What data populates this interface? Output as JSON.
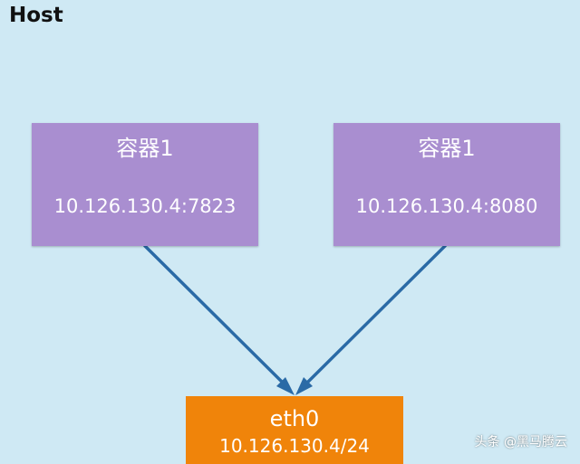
{
  "host": {
    "title": "Host"
  },
  "containers": [
    {
      "name": "容器1",
      "address": "10.126.130.4:7823"
    },
    {
      "name": "容器1",
      "address": "10.126.130.4:8080"
    }
  ],
  "interface": {
    "name": "eth0",
    "address": "10.126.130.4/24"
  },
  "watermark": {
    "text": "头条 @黑马腾云"
  },
  "colors": {
    "background": "#cfe9f4",
    "container": "#a98ed0",
    "interface": "#f0840a",
    "arrow": "#2a6aa6"
  }
}
